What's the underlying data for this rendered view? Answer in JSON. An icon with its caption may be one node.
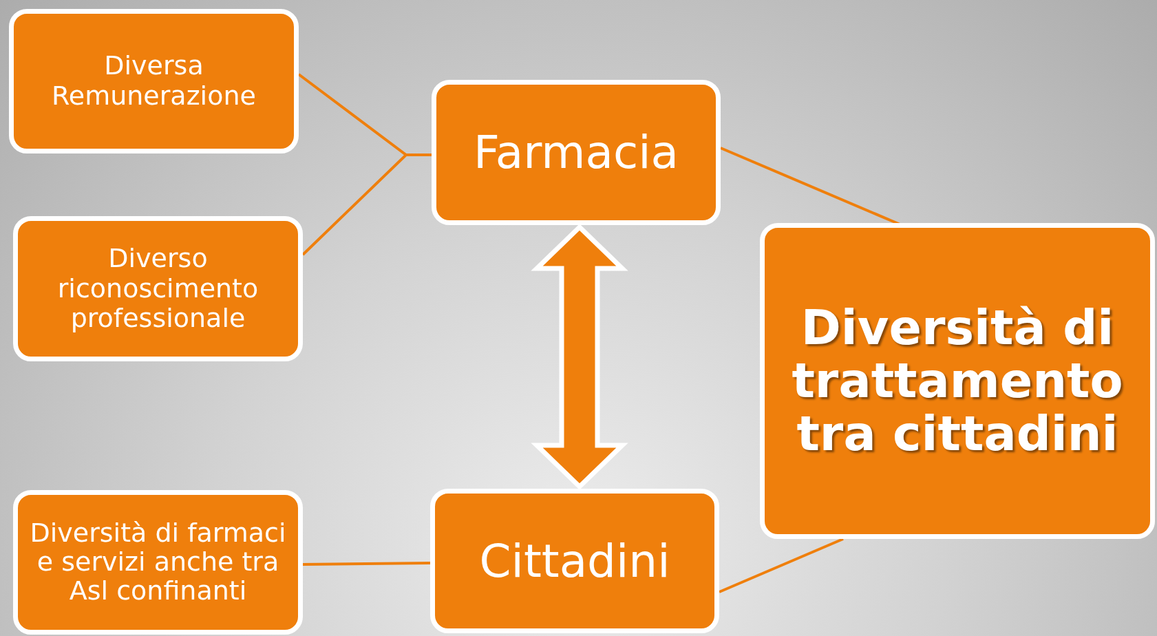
{
  "diagram": {
    "nodes": [
      {
        "text": [
          "Diversa Remunerazione"
        ]
      },
      {
        "text": [
          "Diverso riconoscimento professionale"
        ]
      },
      {
        "text": [
          "Diversità di farmaci e servizi anche tra Asl confinanti"
        ]
      },
      {
        "text": [
          "Farmacia"
        ]
      },
      {
        "text": [
          "Cittadini"
        ]
      },
      {
        "text": [
          "Diversità di trattamento tra cittadini"
        ]
      }
    ],
    "edges": [
      {
        "from": 0,
        "to": 3,
        "arrow": "none"
      },
      {
        "from": 1,
        "to": 3,
        "arrow": "none"
      },
      {
        "from": 3,
        "to": 4,
        "arrow": "both",
        "style": "thick"
      },
      {
        "from": 2,
        "to": 4,
        "arrow": "none"
      },
      {
        "from": 3,
        "to": 5,
        "arrow": "none"
      },
      {
        "from": 4,
        "to": 5,
        "arrow": "none"
      }
    ]
  }
}
